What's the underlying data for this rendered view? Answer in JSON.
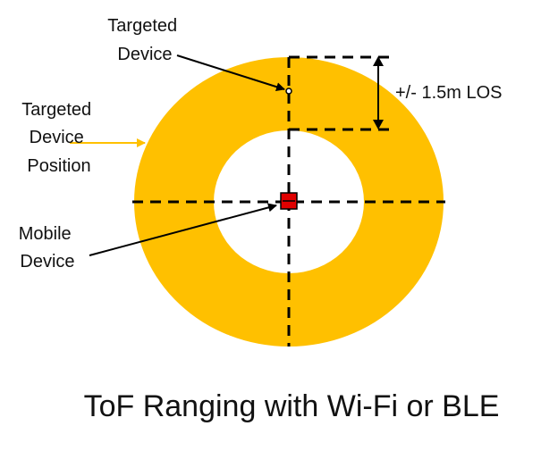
{
  "diagram": {
    "labels": {
      "targeted_device": [
        "Targeted",
        "Device"
      ],
      "targeted_device_position": [
        "Targeted",
        "Device",
        "Position"
      ],
      "mobile_device": [
        "Mobile",
        "Device"
      ],
      "range_annotation": "+/- 1.5m LOS"
    },
    "caption": "ToF Ranging with Wi-Fi or BLE",
    "colors": {
      "ring": "#FFC000",
      "inner": "#FFFFFF",
      "mobile_device": "#E00000",
      "lines": "#000000",
      "position_arrow": "#FFC000"
    }
  }
}
